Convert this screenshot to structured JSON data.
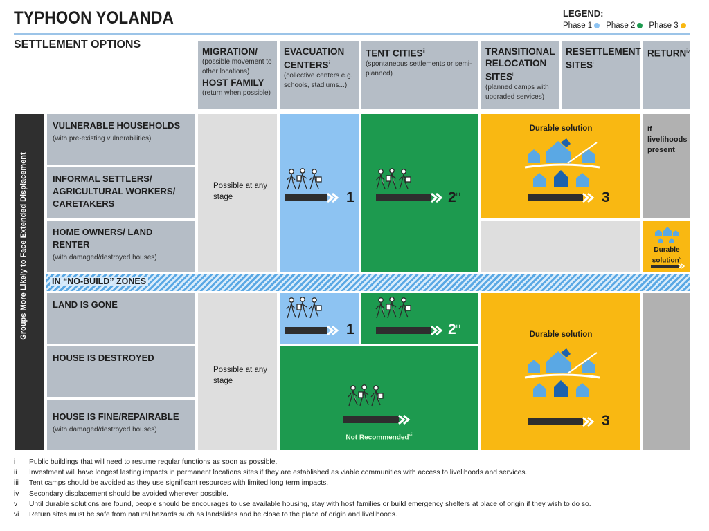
{
  "title": "TYPHOON YOLANDA",
  "subtitle": "SETTLEMENT OPTIONS",
  "legend": {
    "title": "LEGEND:",
    "items": [
      {
        "label": "Phase 1",
        "color": "#8dc3f2"
      },
      {
        "label": "Phase 2",
        "color": "#1d9a4f"
      },
      {
        "label": "Phase 3",
        "color": "#f9b812"
      }
    ]
  },
  "columns": {
    "migration": {
      "title1": "MIGRATION/",
      "sub1": "(possible movement to other locations)",
      "title2": "HOST FAMILY",
      "sub2": "(return when possible)"
    },
    "evacuation": {
      "title": "EVACUATION CENTERS",
      "sup": "i",
      "sub": "(collective centers e.g. schools, stadiums...)"
    },
    "tent": {
      "title": "TENT CITIES",
      "sup": "ii",
      "sub": "(spontaneous settlements or semi-planned)"
    },
    "transitional": {
      "title": "TRANSITIONAL RELOCATION SITES",
      "sup": "i",
      "sub": "(planned camps with upgraded services)"
    },
    "resettlement": {
      "title": "RESETTLEMENT SITES",
      "sup": "i"
    },
    "return": {
      "title": "RETURN",
      "sup": "iv"
    }
  },
  "sidebar_label": "Groups More Likely to Face Extended Displacement",
  "rows": {
    "vulnerable": {
      "title": "VULNERABLE HOUSEHOLDS",
      "sub": "(with pre-existing vulnerabilities)"
    },
    "informal": {
      "title": "INFORMAL SETTLERS/ AGRICULTURAL WORKERS/ CARETAKERS"
    },
    "homeowners": {
      "title": "HOME OWNERS/ LAND RENTER",
      "sub": "(with damaged/destroyed houses)"
    },
    "nobuild": "IN “NO-BUILD” ZONES",
    "landgone": {
      "title": "LAND IS GONE"
    },
    "housedestroyed": {
      "title": "HOUSE IS DESTROYED"
    },
    "housefine": {
      "title": "HOUSE IS FINE/REPAIRABLE",
      "sub": "(with damaged/destroyed houses)"
    }
  },
  "cells": {
    "possible": "Possible at any stage",
    "durable": "Durable solution",
    "livelihoods": "If livelihoods present",
    "durable_small": "Durable solution",
    "durable_small_sup": "v",
    "not_recommended": "Not Recommended",
    "not_recommended_sup": "vi",
    "stage1": "1",
    "stage2": "2",
    "stage2_sup": "iii",
    "stage3": "3"
  },
  "icons": {
    "people": "walking-people-icon",
    "arrow": "progress-arrow-icon",
    "houses": "houses-cluster-icon"
  },
  "footnotes": [
    {
      "num": "i",
      "text": "Public buildings that will need to resume regular functions as soon as possible."
    },
    {
      "num": "ii",
      "text": "Investment will have longest lasting impacts in permanent locations sites if they are established as viable communities with access to livelihoods and services."
    },
    {
      "num": "iii",
      "text": "Tent camps should be avoided as they use significant resources with limited long term impacts."
    },
    {
      "num": "iv",
      "text": "Secondary displacement should be avoided wherever possible."
    },
    {
      "num": "v",
      "text": "Until durable solutions are found, people should be encourages to use available housing, stay with host families or build emergency shelters at place of origin if they wish to do so."
    },
    {
      "num": "vi",
      "text": "Return sites must be safe from natural hazards such as landslides and be close to the place of origin and livelihoods."
    }
  ]
}
